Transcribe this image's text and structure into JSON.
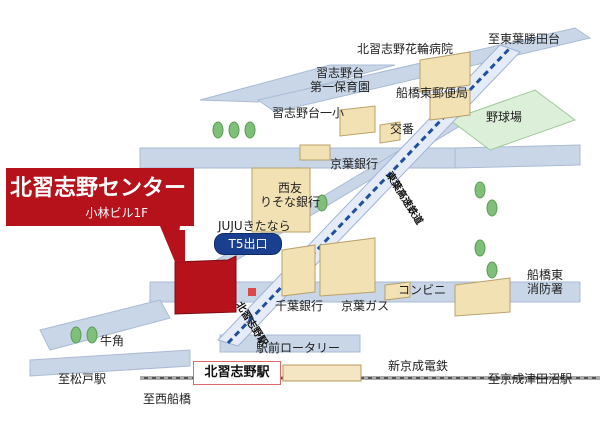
{
  "center": {
    "title": "北習志野センター",
    "subtitle": "小林ビル1F"
  },
  "station": {
    "name": "北習志野駅",
    "exit": "T5出口",
    "rotary": "駅前ロータリー",
    "toyo_line_label": "東葉高速鉄道",
    "station_vertical_label": "北習志野駅"
  },
  "railways": {
    "shinkeisei": "新京成電鉄"
  },
  "directions": {
    "matsudo": "至松戸駅",
    "nishifunabashi": "至西船橋",
    "keisei_tsudanuma": "至京成津田沼駅",
    "toyo_katsutadai": "至東葉勝田台"
  },
  "landmarks": {
    "hospital": "北習志野花輪病院",
    "nursery": "習志野台\n第一保育園",
    "post_office": "船橋東郵便局",
    "school": "習志野台一小",
    "police_box": "交番",
    "baseball": "野球場",
    "keiyo_bank_north": "京葉銀行",
    "seiyu": "西友\nりそな銀行",
    "juju": "JUJUきたなら",
    "chiba_bank": "千葉銀行",
    "keiyo_gas": "京葉ガス",
    "convenience": "コンビニ",
    "fire_station": "船橋東\n消防署",
    "gyukaku": "牛角"
  },
  "colors": {
    "road": "#c9d6e8",
    "road_edge": "#a9bbd4",
    "rail_blue": "#1f4fa0",
    "center_red": "#b5121b",
    "building": "#f2e1b3",
    "building_shade": "#d9c38a",
    "park_green": "#dcefd8",
    "tree": "#7fbf7a"
  }
}
